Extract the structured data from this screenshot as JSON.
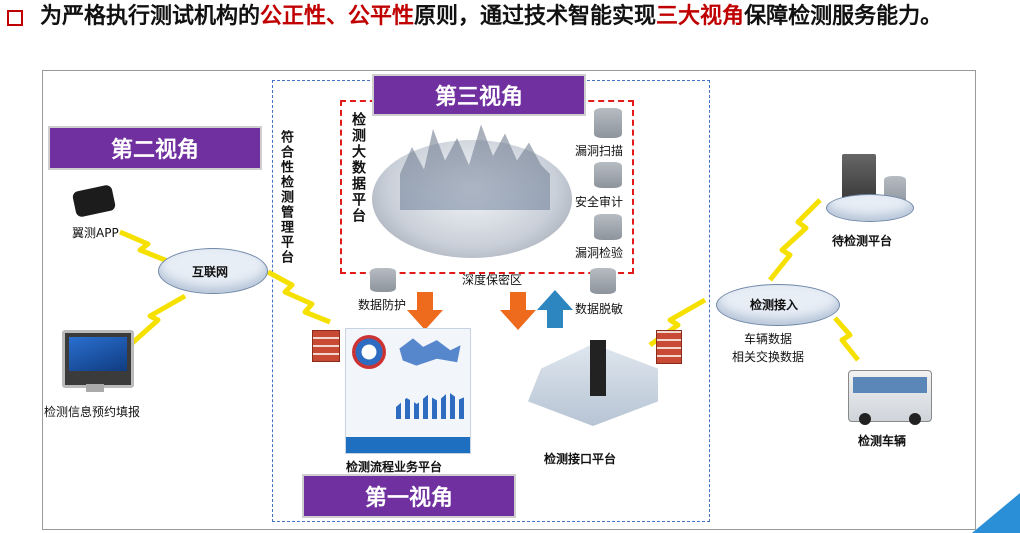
{
  "title": {
    "p1": "为严格执行测试机构的",
    "red1": "公正性、公平性",
    "p2": "原则，通过技术智能实现",
    "red2": "三大视角",
    "p3": "保障检测服务能力。"
  },
  "views": {
    "first": "第一视角",
    "second": "第二视角",
    "third": "第三视角"
  },
  "left": {
    "app_label": "翼测APP",
    "internet": "互联网",
    "booking_label": "检测信息预约填报"
  },
  "compliance_label": "符合性检测管理平台",
  "bigdata_label": "检测大数据平台",
  "right_tools": [
    "漏洞扫描",
    "安全审计",
    "漏洞检验"
  ],
  "zone_label": "深度保密区",
  "data_protect": "数据防护",
  "data_desensitize": "数据脱敏",
  "workflow_platform": "检测流程业务平台",
  "interface_platform": "检测接口平台",
  "right": {
    "access": "检测接入",
    "exchange1": "车辆数据",
    "exchange2": "相关交换数据",
    "pending_platform": "待检测平台",
    "vehicle": "检测车辆"
  },
  "colors": {
    "purple": "#7030a0",
    "red": "#c00000",
    "orange": "#ee6a1c",
    "blue": "#2e86c1"
  }
}
